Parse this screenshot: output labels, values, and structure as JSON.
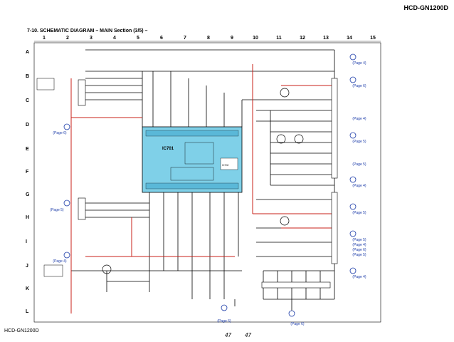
{
  "header": {
    "model": "HCD-GN1200D"
  },
  "title": "7-10. SCHEMATIC DIAGRAM – MAIN Section (3/5) –",
  "footer": {
    "model": "HCD-GN1200D",
    "page_left": "47",
    "page_right": "47"
  },
  "columns": [
    "1",
    "2",
    "3",
    "4",
    "5",
    "6",
    "7",
    "8",
    "9",
    "10",
    "11",
    "12",
    "13",
    "14",
    "15"
  ],
  "rows": [
    "A",
    "B",
    "C",
    "D",
    "E",
    "F",
    "G",
    "H",
    "I",
    "J",
    "K",
    "L"
  ],
  "ic": {
    "ref": "IC701",
    "sub": "IC702"
  },
  "page_refs": [
    "(Page 4)",
    "(Page 6)",
    "(Page 5)",
    "(Page 4)",
    "(Page 5)",
    "(Page 5)",
    "(Page 4)",
    "(Page 6)",
    "(Page 5)",
    "(Page 4)",
    "(Page 6)",
    "(Page 5)",
    "(Page 4)",
    "(Page 6)",
    "(Page 6)",
    "(Page 4)",
    "(Page 5)"
  ],
  "colors": {
    "line": "#000000",
    "red": "#c8201a",
    "blue": "#1a3aa8",
    "ic_fill": "#7fd0e8"
  }
}
